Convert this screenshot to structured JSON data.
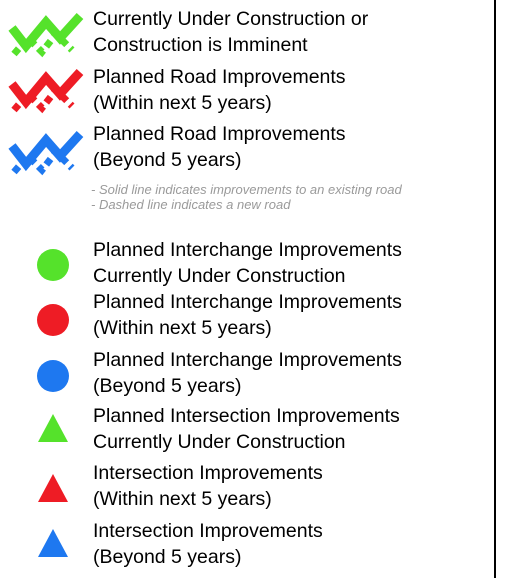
{
  "road_items": [
    {
      "line1": "Currently Under Construction or",
      "line2": "Construction is Imminent",
      "color": "#55e22b",
      "icon": "road-zigzag-icon"
    },
    {
      "line1": "Planned Road Improvements",
      "line2": "(Within next 5 years)",
      "color": "#ee1c25",
      "icon": "road-zigzag-icon"
    },
    {
      "line1": "Planned Road Improvements",
      "line2": "(Beyond 5 years)",
      "color": "#1e78f0",
      "icon": "road-zigzag-icon"
    }
  ],
  "notes": [
    "- Solid line indicates improvements to an existing road",
    "- Dashed line indicates a new road"
  ],
  "interchange_items": [
    {
      "line1": "Planned Interchange Improvements",
      "line2": "Currently Under Construction",
      "color": "#55e22b",
      "icon": "circle-icon"
    },
    {
      "line1": "Planned Interchange Improvements",
      "line2": "(Within next 5 years)",
      "color": "#ee1c25",
      "icon": "circle-icon"
    },
    {
      "line1": "Planned Interchange Improvements",
      "line2": "(Beyond 5 years)",
      "color": "#1e78f0",
      "icon": "circle-icon"
    }
  ],
  "intersection_items": [
    {
      "line1": "Planned Intersection Improvements",
      "line2": "Currently Under Construction",
      "color": "#55e22b",
      "icon": "triangle-icon"
    },
    {
      "line1": "Intersection Improvements",
      "line2": "(Within next 5 years)",
      "color": "#ee1c25",
      "icon": "triangle-icon"
    },
    {
      "line1": "Intersection Improvements",
      "line2": "(Beyond 5 years)",
      "color": "#1e78f0",
      "icon": "triangle-icon"
    }
  ],
  "note_color": "#9a9a9a"
}
